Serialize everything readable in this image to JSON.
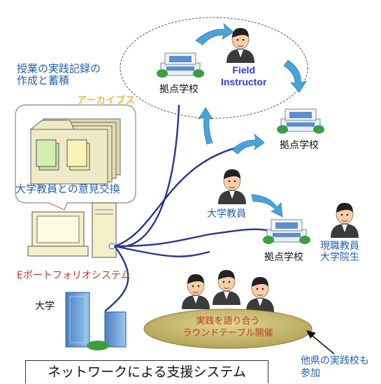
{
  "diagram": {
    "archive_heading": "授業の実践記録の\n作成と蓄積",
    "archive_label": "アーカイブス",
    "opinion_exchange": "大学教員との意見交換",
    "eportfolio": "Eポートフォリオシステム",
    "university": "大学",
    "school_label": "拠点学校",
    "field_instructor": "Field\nInstructor",
    "professor": "大学教員",
    "teacher_student": "現職教員\n大学院生",
    "roundtable": "実践を語り合う\nラウンドテーブル開催",
    "other_schools": "他県の実践校も\n参加",
    "caption": "ネットワークによる支援システム"
  },
  "colors": {
    "line": "#283593",
    "arrow": "#4aa3d8",
    "roundtable": "#c9b968",
    "text_blue": "#1f5fb0"
  }
}
